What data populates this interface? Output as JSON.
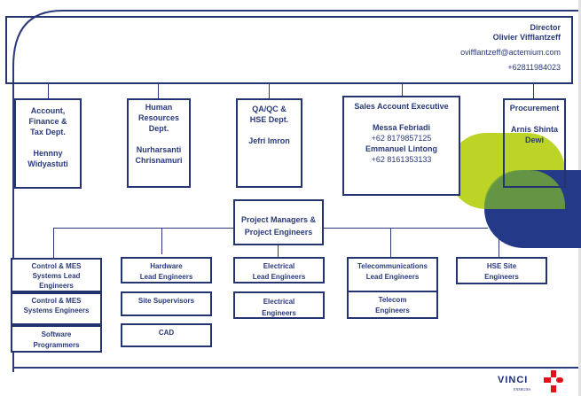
{
  "director": {
    "title": "Director",
    "name": "Olivier Vifflantzeff",
    "email": "ovifflantzeff@actemium.com",
    "phone": "+62811984023"
  },
  "departments": [
    {
      "title_lines": [
        "Account,",
        "Finance &",
        "Tax Dept."
      ],
      "name_lines": [
        "Hennny",
        "Widyastuti"
      ]
    },
    {
      "title_lines": [
        "Human",
        "Resources",
        "Dept."
      ],
      "name_lines": [
        "Nurharsanti",
        "Chrisnamuri"
      ]
    },
    {
      "title_lines": [
        "QA/QC &",
        "HSE Dept."
      ],
      "name_lines": [
        "Jefri Imron"
      ]
    },
    {
      "title_lines": [
        "Sales Account Executive"
      ],
      "name_lines": [
        "Messa Febriadi",
        "+62 8179857125",
        "Emmanuel Lintong",
        "+62 8161353133"
      ]
    },
    {
      "title_lines": [
        "Procurement"
      ],
      "name_lines": [
        "Arnis Shinta",
        "Dewi"
      ]
    }
  ],
  "project_managers": {
    "lines": [
      "Project Managers &",
      "Project Engineers"
    ]
  },
  "teams": {
    "control": [
      {
        "lines": [
          "Control & MES",
          "Systems Lead",
          "Engineers"
        ]
      },
      {
        "lines": [
          "Control & MES",
          "Systems  Engineers"
        ]
      },
      {
        "lines": [
          "Software",
          "Programmers"
        ]
      }
    ],
    "hardware": [
      {
        "lines": [
          "Hardware",
          "Lead Engineers"
        ]
      },
      {
        "lines": [
          "Site Supervisors"
        ]
      },
      {
        "lines": [
          "CAD"
        ]
      }
    ],
    "electrical": [
      {
        "lines": [
          "Electrical",
          "Lead Engineers"
        ]
      },
      {
        "lines": [
          "Electrical",
          "Engineers"
        ]
      }
    ],
    "telecom": [
      {
        "lines": [
          "Telecommunications",
          "Lead Engineers"
        ]
      },
      {
        "lines": [
          "Telecom",
          "Engineers"
        ]
      }
    ],
    "hse": [
      {
        "lines": [
          "HSE Site",
          "Engineers"
        ]
      }
    ]
  },
  "logo": {
    "brand": "VINCI",
    "sub": "ENERGIES",
    "brand_color": "#1e2f78",
    "accent_color": "#e2101a"
  },
  "colors": {
    "navy": "#243470",
    "lime": "#b8d21a",
    "blue": "#243a88"
  }
}
